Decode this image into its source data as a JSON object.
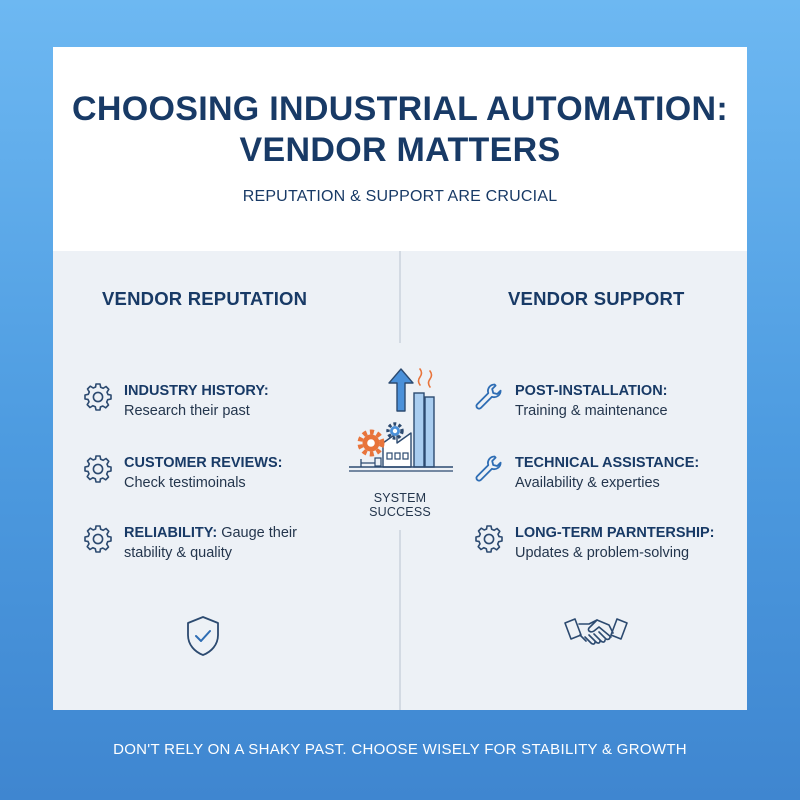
{
  "header": {
    "title_line1": "CHOOSING INDUSTRIAL AUTOMATION:",
    "title_line2": "VENDOR MATTERS",
    "subtitle": "REPUTATION & SUPPORT ARE CRUCIAL"
  },
  "left": {
    "title": "VENDOR REPUTATION",
    "items": [
      {
        "icon": "gear-icon",
        "label": "INDUSTRY HISTORY:",
        "text": "Research their past"
      },
      {
        "icon": "gear-icon",
        "label": "CUSTOMER REVIEWS:",
        "text": "Check testimoinals"
      },
      {
        "icon": "gear-icon",
        "label": "RELIABILITY:",
        "text_inline": "Gauge their",
        "text": "stability & quality"
      }
    ],
    "bottom_icon": "shield-check-icon"
  },
  "center": {
    "icon": "factory-growth-icon",
    "caption": "SYSTEM SUCCESS"
  },
  "right": {
    "title": "VENDOR SUPPORT",
    "items": [
      {
        "icon": "wrench-icon",
        "label": "POST-INSTALLATION:",
        "text": "Training & maintenance"
      },
      {
        "icon": "wrench-icon",
        "label": "TECHNICAL ASSISTANCE:",
        "text": "Availability & experties"
      },
      {
        "icon": "gear-icon",
        "label": "LONG-TERM PARNTERSHIP:",
        "text": "Updates & problem-solving"
      }
    ],
    "bottom_icon": "handshake-icon"
  },
  "footer": "DON'T RELY ON A SHAKY PAST. CHOOSE WISELY FOR STABILITY & GROWTH",
  "colors": {
    "background_top": "#6db8f2",
    "background_bottom": "#3f86d0",
    "heading": "#183a66",
    "accent_orange": "#e8743b",
    "accent_blue": "#4a90d9"
  }
}
